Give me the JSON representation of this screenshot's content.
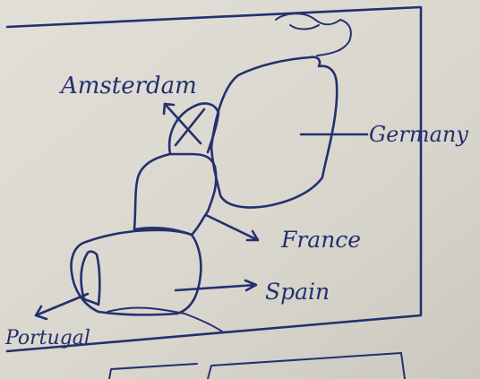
{
  "labels": {
    "amsterdam": "Amsterdam",
    "germany": "Germany",
    "france": "France",
    "spain": "Spain",
    "portugal": "Portugal"
  },
  "colors": {
    "paper": "#dcd9d1",
    "ink": "#24306e"
  }
}
